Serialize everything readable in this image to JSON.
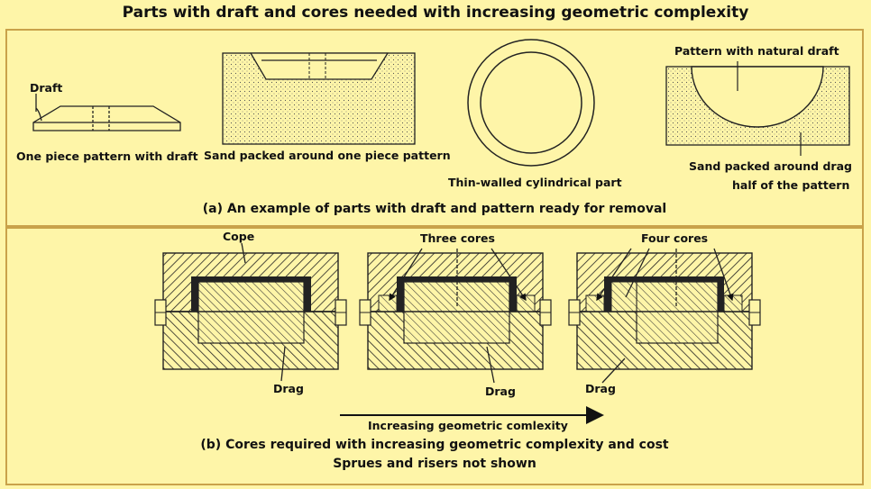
{
  "title": "Parts with draft and cores needed with increasing geometric complexity",
  "panel_a": {
    "draft_label": "Draft",
    "one_piece_label": "One piece pattern with draft",
    "sand_packed_label": "Sand packed around one piece pattern",
    "thin_walled_label": "Thin-walled cylindrical part",
    "natural_draft_label": "Pattern with natural draft",
    "sand_drag_label_1": "Sand packed around drag",
    "sand_drag_label_2": "half of the pattern",
    "caption": "(a) An example of parts with draft and pattern ready for removal"
  },
  "panel_b": {
    "cope_label": "Cope",
    "drag_label": "Drag",
    "three_cores_label": "Three cores",
    "four_cores_label": "Four cores",
    "arrow_label": "Increasing geometric comlexity",
    "caption_1": "(b) Cores required with increasing geometric complexity and cost",
    "caption_2": "Sprues and risers not shown"
  },
  "colors": {
    "background": "#FEF5A8",
    "border": "#C9A24A",
    "ink": "#111111"
  }
}
